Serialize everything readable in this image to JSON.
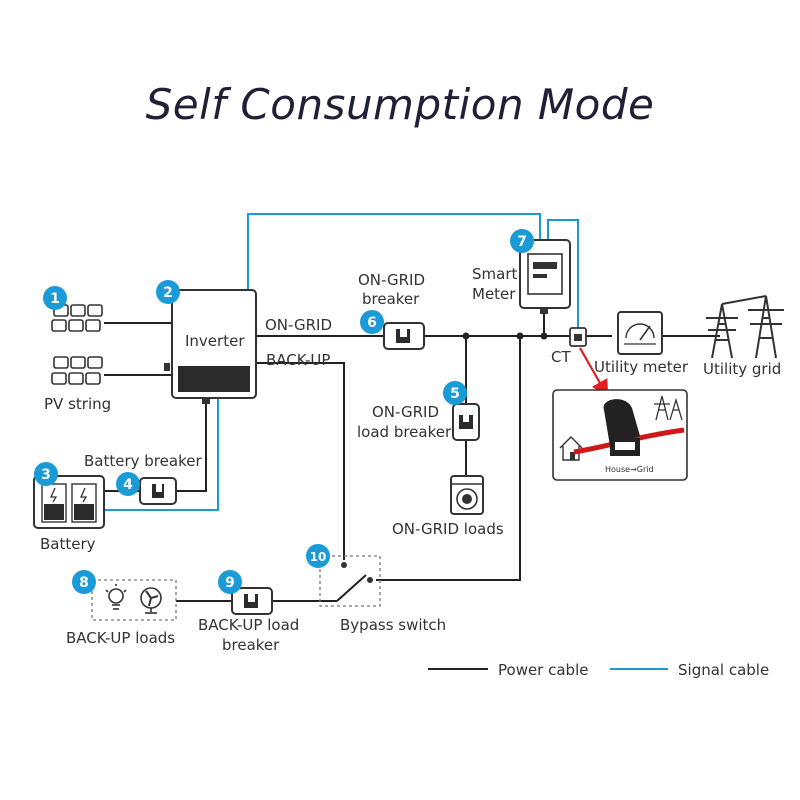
{
  "title": "Self Consumption Mode",
  "components": {
    "pv": {
      "badge": "1",
      "label": "PV string"
    },
    "inverter": {
      "badge": "2",
      "label": "Inverter"
    },
    "battery": {
      "badge": "3",
      "label": "Battery"
    },
    "battery_breaker": {
      "badge": "4",
      "label": "Battery breaker"
    },
    "ongrid_load_breaker": {
      "badge": "5",
      "label_line1": "ON-GRID",
      "label_line2": "load breaker"
    },
    "ongrid_breaker": {
      "badge": "6",
      "label_line1": "ON-GRID",
      "label_line2": "breaker"
    },
    "smart_meter": {
      "badge": "7",
      "label_line1": "Smart",
      "label_line2": "Meter"
    },
    "backup_loads": {
      "badge": "8",
      "label": "BACK-UP loads"
    },
    "backup_load_breaker": {
      "badge": "9",
      "label_line1": "BACK-UP load",
      "label_line2": "breaker"
    },
    "bypass_switch": {
      "badge": "10",
      "label": "Bypass switch"
    },
    "ongrid_loads": {
      "label": "ON-GRID loads"
    },
    "ct": {
      "label": "CT"
    },
    "utility_meter": {
      "label": "Utility meter"
    },
    "utility_grid": {
      "label": "Utility grid"
    }
  },
  "ports": {
    "on_grid": "ON-GRID",
    "back_up": "BACK-UP"
  },
  "ct_inset": {
    "direction_text": "House→Grid"
  },
  "legend": {
    "power": "Power cable",
    "signal": "Signal cable"
  },
  "colors": {
    "power_cable": "#222222",
    "signal_cable": "#1a9ad6",
    "badge": "#1a9ad6",
    "ct_arrow": "#e02020"
  }
}
